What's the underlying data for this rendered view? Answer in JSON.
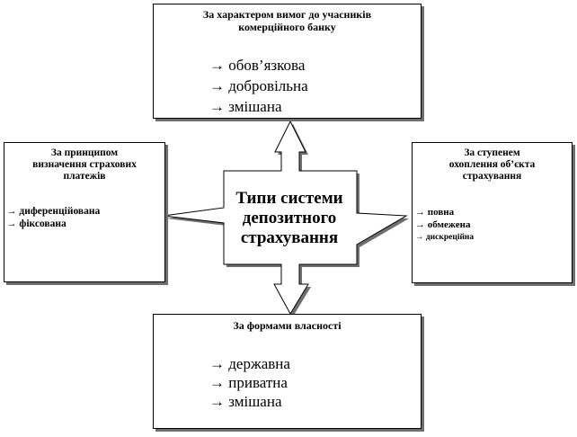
{
  "center": {
    "lines": [
      "Типи системи",
      "депозитного",
      "страхування"
    ]
  },
  "top_box": {
    "title_lines": [
      "За характером вимог до учасників",
      "комерційного банку"
    ],
    "items": [
      "→ обов’язкова",
      "→ добровільна",
      "→ змішана"
    ]
  },
  "left_box": {
    "title_lines": [
      "За принципом",
      "визначення страхових",
      "платежів"
    ],
    "items": [
      "→ диференційована",
      "→ фіксована"
    ]
  },
  "right_box": {
    "title_lines": [
      "За ступенем",
      "охоплення об’єкта",
      "страхування"
    ],
    "items": [
      "→ повна",
      "→ обмежена",
      "→ дискреційна"
    ]
  },
  "bottom_box": {
    "title_lines": [
      "За формами власності"
    ],
    "items": [
      "→ державна",
      "→ приватна",
      "→ змішана"
    ]
  },
  "colors": {
    "stroke": "#000000",
    "shadow": "#6f6f6f",
    "background": "#ffffff"
  }
}
